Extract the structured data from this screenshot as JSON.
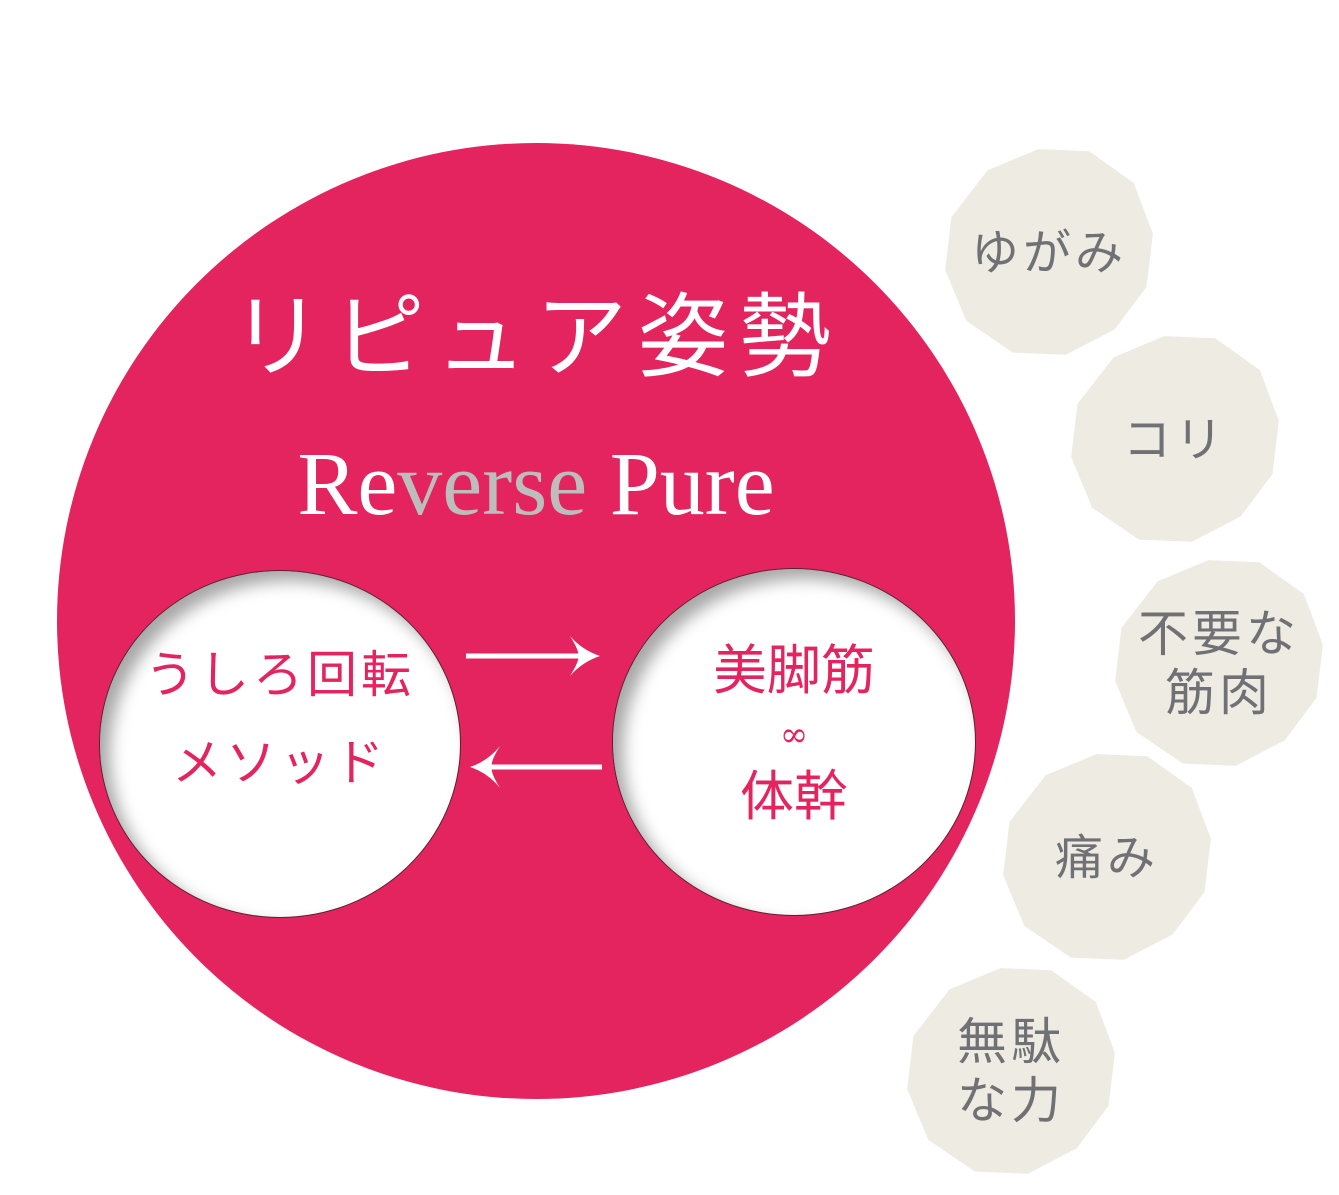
{
  "colors": {
    "primary_pink": "#E4245E",
    "accent_gray_text": "#BDBDBE",
    "polygon_fill": "#EEEBE3",
    "polygon_text": "#707174",
    "white": "#FFFFFF"
  },
  "main": {
    "title_jp": "リピュア姿勢",
    "title_en": {
      "part1": "Re",
      "part2": "verse",
      "part3": " Pure"
    },
    "left_circle": {
      "line1": "うしろ回転",
      "line2": "メソッド"
    },
    "right_circle": {
      "line1": "美脚筋",
      "symbol": "∞",
      "line2": "体幹"
    },
    "arrows": [
      {
        "direction": "right",
        "icon": "arrow-right-icon"
      },
      {
        "direction": "left",
        "icon": "arrow-left-icon"
      }
    ]
  },
  "side_items": [
    {
      "label": "ゆがみ"
    },
    {
      "label": "コリ"
    },
    {
      "label": "不要な\n筋肉",
      "line1": "不要な",
      "line2": "筋肉"
    },
    {
      "label": "痛み"
    },
    {
      "label": "無駄\nな力",
      "line1": "無駄",
      "line2": "な力"
    }
  ]
}
